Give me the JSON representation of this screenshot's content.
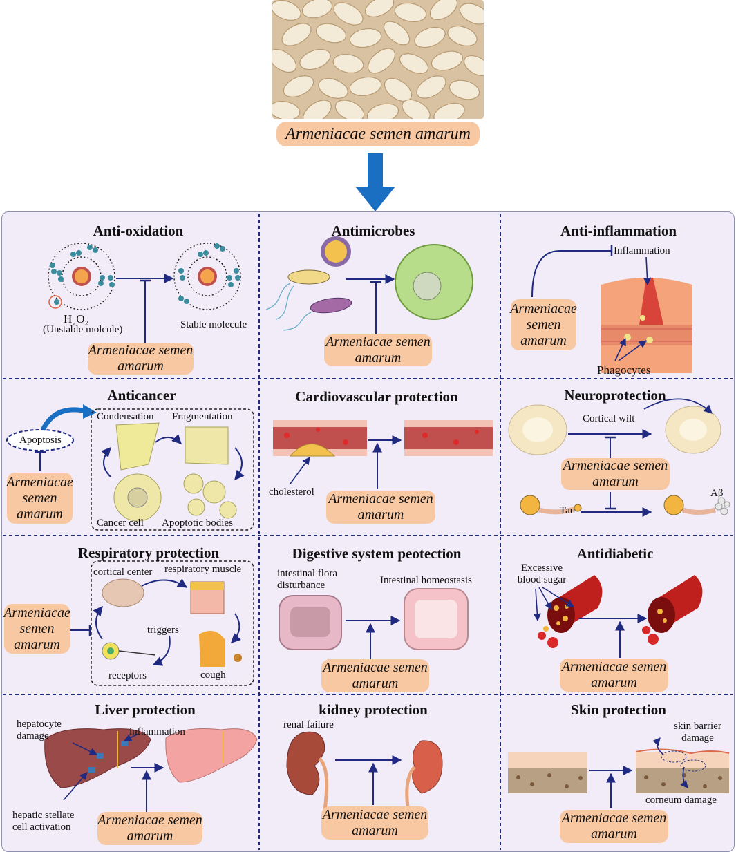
{
  "hero": {
    "label": "Armeniacae semen amarum"
  },
  "herb": "Armeniacae semen amarum",
  "herb_stacked": "Armeniacae\nsemen\namarum",
  "herb_two_line": "Armeniacae semen\namarum",
  "panels": {
    "anti_oxidation": {
      "title": "Anti-oxidation",
      "h2o2": "H₂O₂",
      "unstable": "(Unstable molcule)",
      "stable": "Stable molecule"
    },
    "antimicrobes": {
      "title": "Antimicrobes"
    },
    "anti_inflammation": {
      "title": "Anti-inflammation",
      "inflammation": "Inflammation",
      "phagocytes": "Phagocytes"
    },
    "anticancer": {
      "title": "Anticancer",
      "apoptosis": "Apoptosis",
      "condensation": "Condensation",
      "fragmentation": "Fragmentation",
      "cancer_cell": "Cancer cell",
      "apoptotic_bodies": "Apoptotic bodies"
    },
    "cardiovascular": {
      "title": "Cardiovascular protection",
      "cholesterol": "cholesterol"
    },
    "neuroprotection": {
      "title": "Neuroprotection",
      "cortical_wilt": "Cortical wilt",
      "tau": "Tau",
      "abeta": "Aβ"
    },
    "respiratory": {
      "title": "Respiratory protection",
      "cortical_center": "cortical center",
      "respiratory_muscle": "respiratory muscle",
      "triggers": "triggers",
      "receptors": "receptors",
      "cough": "cough"
    },
    "digestive": {
      "title": "Digestive system peotection",
      "flora": "intestinal flora\ndisturbance",
      "homeostasis": "Intestinal homeostasis"
    },
    "antidiabetic": {
      "title": "Antidiabetic",
      "sugar": "Excessive\nblood sugar"
    },
    "liver": {
      "title": "Liver  protection",
      "hepatocyte": "hepatocyte\ndamage",
      "inflammation": "inflammation",
      "stellate": "hepatic stellate\ncell activation"
    },
    "kidney": {
      "title": "kidney protection",
      "renal": "renal failure"
    },
    "skin": {
      "title": "Skin protection",
      "barrier": "skin barrier\ndamage",
      "corneum": "corneum damage"
    }
  },
  "colors": {
    "arrow": "#1f2a80",
    "pill": "#f8c8a2",
    "panel": "#f1ecf8",
    "big_arrow": "#1b6fc2",
    "divider": "#1f2a80"
  }
}
